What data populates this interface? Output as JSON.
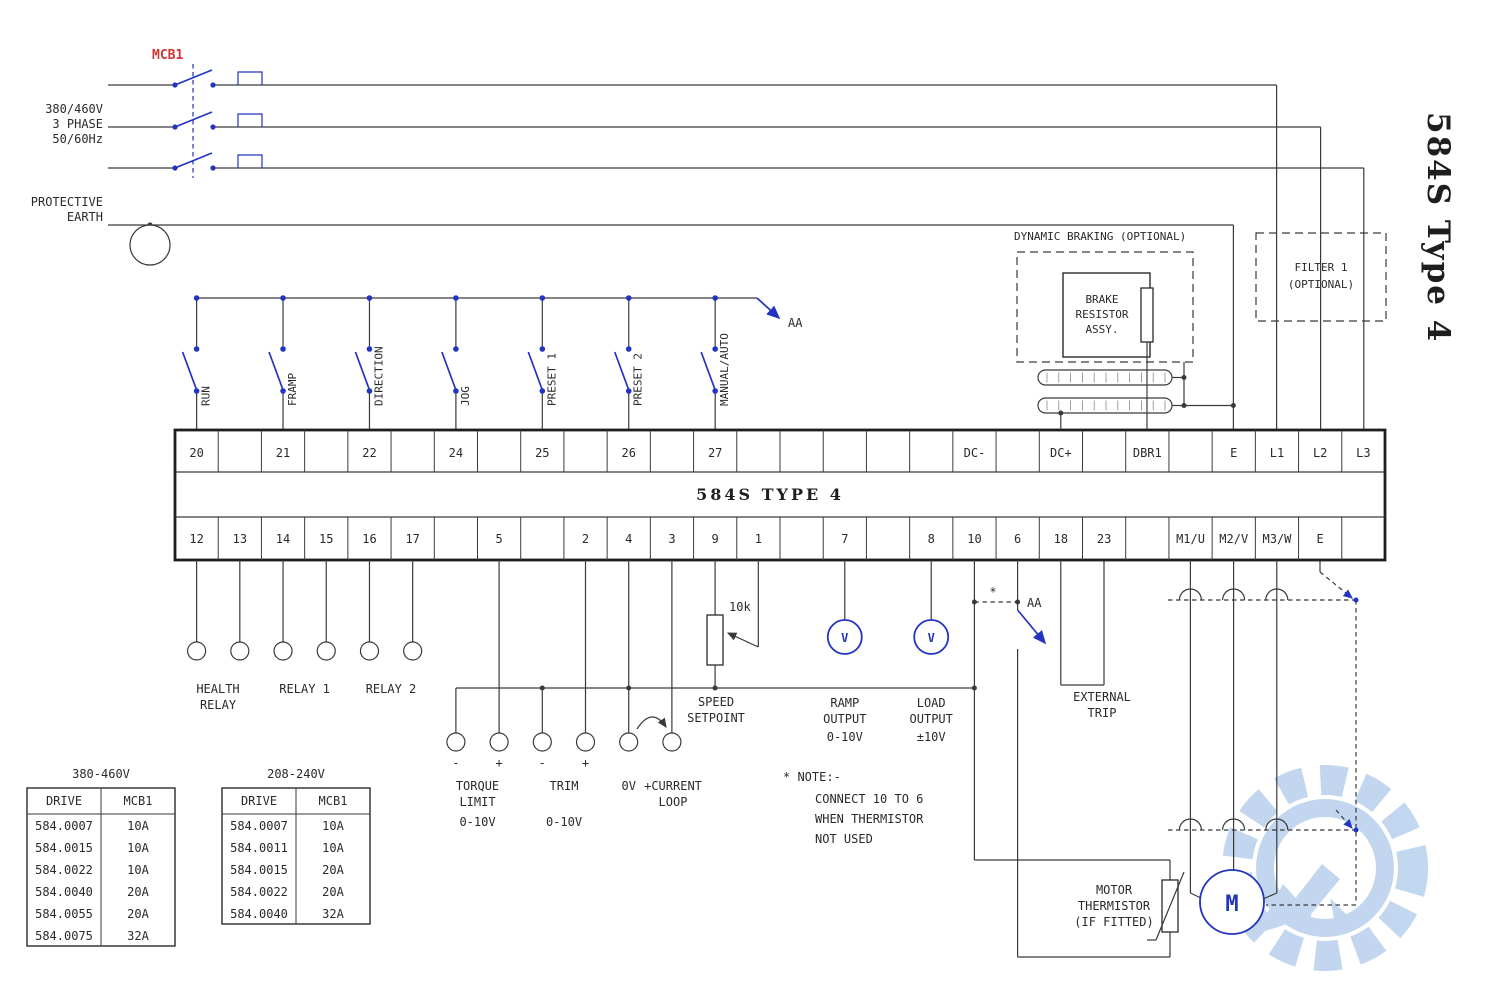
{
  "diagram_title": "584S Type 4",
  "block_title": "584S TYPE 4",
  "supply": {
    "mcb_label": "MCB1",
    "voltage_lines": [
      "380/460V",
      "3 PHASE",
      "50/60Hz"
    ],
    "earth_lines": [
      "PROTECTIVE",
      "EARTH"
    ]
  },
  "aa_ref": "AA",
  "switch_labels": [
    "RUN",
    "FRAMP",
    "DIRECTION",
    "JOG",
    "PRESET 1",
    "PRESET 2",
    "MANUAL/AUTO"
  ],
  "terminals": {
    "top": [
      "20",
      "",
      "21",
      "",
      "22",
      "",
      "24",
      "",
      "25",
      "",
      "26",
      "",
      "27",
      "",
      "",
      "",
      "",
      "",
      "DC-",
      "",
      "DC+",
      "",
      "DBR1",
      "",
      "E",
      "L1",
      "L2",
      "L3"
    ],
    "bottom": [
      "12",
      "13",
      "14",
      "15",
      "16",
      "17",
      "",
      "5",
      "",
      "2",
      "4",
      "3",
      "9",
      "1",
      "",
      "7",
      "",
      "8",
      "10",
      "6",
      "18",
      "23",
      "",
      "M1/U",
      "M2/V",
      "M3/W",
      "E",
      ""
    ]
  },
  "dynamic_braking": {
    "title": "DYNAMIC BRAKING (OPTIONAL)",
    "resistor_lines": [
      "BRAKE",
      "RESISTOR",
      "ASSY."
    ]
  },
  "filter_lines": [
    "FILTER 1",
    "(OPTIONAL)"
  ],
  "relay_labels": {
    "health1": "HEALTH",
    "health2": "RELAY",
    "relay1": "RELAY 1",
    "relay2": "RELAY 2"
  },
  "io": {
    "minus": "-",
    "plus": "+",
    "torque": [
      "TORQUE",
      "LIMIT",
      "0-10V"
    ],
    "trim_title": "TRIM",
    "trim_range": "0-10V",
    "zero_volt": "0V",
    "current1": "+CURRENT",
    "current2": "LOOP",
    "pot_value": "10k",
    "speed": [
      "SPEED",
      "SETPOINT"
    ],
    "ramp": [
      "RAMP",
      "OUTPUT",
      "0-10V"
    ],
    "load": [
      "LOAD",
      "OUTPUT",
      "±10V"
    ],
    "meter_letter": "V",
    "star": "*"
  },
  "external_trip": [
    "EXTERNAL",
    "TRIP"
  ],
  "note": {
    "header": "* NOTE:-",
    "lines": [
      "CONNECT 10 TO 6",
      "WHEN THERMISTOR",
      "NOT USED"
    ]
  },
  "thermistor_lines": [
    "MOTOR",
    "THERMISTOR",
    "(IF FITTED)"
  ],
  "motor_letter": "M",
  "tables": [
    {
      "title": "380-460V",
      "headers": [
        "DRIVE",
        "MCB1"
      ],
      "rows": [
        [
          "584.0007",
          "10A"
        ],
        [
          "584.0015",
          "10A"
        ],
        [
          "584.0022",
          "10A"
        ],
        [
          "584.0040",
          "20A"
        ],
        [
          "584.0055",
          "20A"
        ],
        [
          "584.0075",
          "32A"
        ]
      ]
    },
    {
      "title": "208-240V",
      "headers": [
        "DRIVE",
        "MCB1"
      ],
      "rows": [
        [
          "584.0007",
          "10A"
        ],
        [
          "584.0011",
          "10A"
        ],
        [
          "584.0015",
          "20A"
        ],
        [
          "584.0022",
          "20A"
        ],
        [
          "584.0040",
          "32A"
        ]
      ]
    }
  ],
  "colors": {
    "wire": "#3a3a3a",
    "component_blue": "#2334c0",
    "mcb_red": "#d23434",
    "watermark": "#b3cdec"
  }
}
